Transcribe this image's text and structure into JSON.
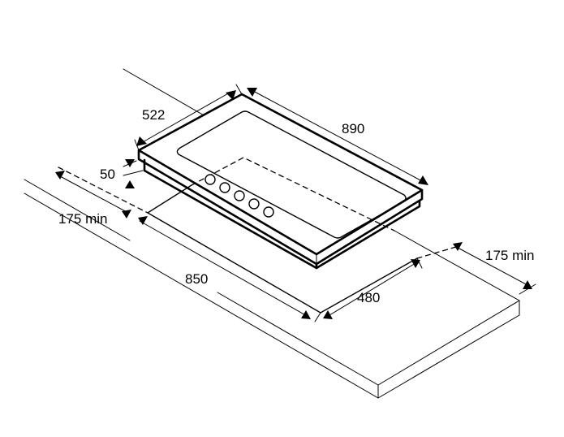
{
  "diagram": {
    "labels": {
      "hob_depth": "522",
      "hob_width": "890",
      "hob_height": "50",
      "clearance_left": "175 min",
      "cutout_width": "850",
      "cutout_depth": "480",
      "clearance_right": "175 min"
    }
  }
}
